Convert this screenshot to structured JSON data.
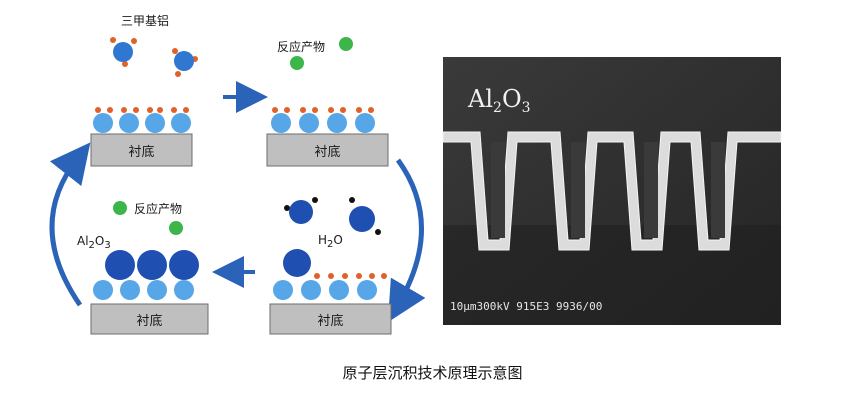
{
  "colors": {
    "substrate": "#bfbfbf",
    "substrate_edge": "#6d6d6d",
    "substrate_atom": "#56a6e8",
    "al_atom": "#2f77d0",
    "methyl": "#e0612a",
    "oxygen_large": "#1f4fb0",
    "h_atom": "#111111",
    "byproduct": "#3cb54a",
    "arrow": "#2a63b8",
    "sem_bg": "#2d2d2d",
    "sem_film": "#dcdcdc"
  },
  "labels": {
    "tma": "三甲基铝",
    "byproduct_top": "反应产物",
    "byproduct_bottom": "反应产物",
    "substrate_1": "衬底",
    "substrate_2": "衬底",
    "substrate_3": "衬底",
    "substrate_4": "衬底",
    "h2o": {
      "main1": "H",
      "sub": "2",
      "main2": "O"
    },
    "al2o3_left": {
      "p1": "Al",
      "s1": "2",
      "p2": "O",
      "s2": "3"
    }
  },
  "sem": {
    "title": {
      "p1": "Al",
      "s1": "2",
      "p2": "O",
      "s2": "3"
    },
    "scale_text": "10μm300kV  915E3  9936/00"
  },
  "caption": "原子层沉积技术原理示意图"
}
